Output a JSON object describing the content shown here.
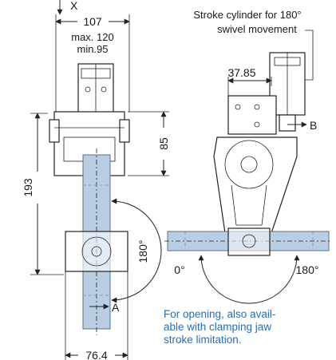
{
  "axis": {
    "x_label": "X"
  },
  "dimensions": {
    "width_top": "107",
    "max_label": "max. 120",
    "min_label": "min.95",
    "height_side": "85",
    "total_height": "193",
    "bottom_width": "76.4",
    "offset_right": "37.85"
  },
  "annotations": {
    "cylinder_line1": "Stroke cylinder for 180°",
    "cylinder_line2": "swivel movement",
    "arrow_a": "A",
    "arrow_b": "B",
    "angle_180_vertical": "180°",
    "angle_0": "0°",
    "angle_180_right": "180°"
  },
  "note": {
    "line1": "For opening, also avail-",
    "line2": "able with clamping jaw",
    "line3": "stroke limitation."
  },
  "colors": {
    "jaw_fill": "#b9cde3",
    "note_text": "#1f6fc0"
  }
}
